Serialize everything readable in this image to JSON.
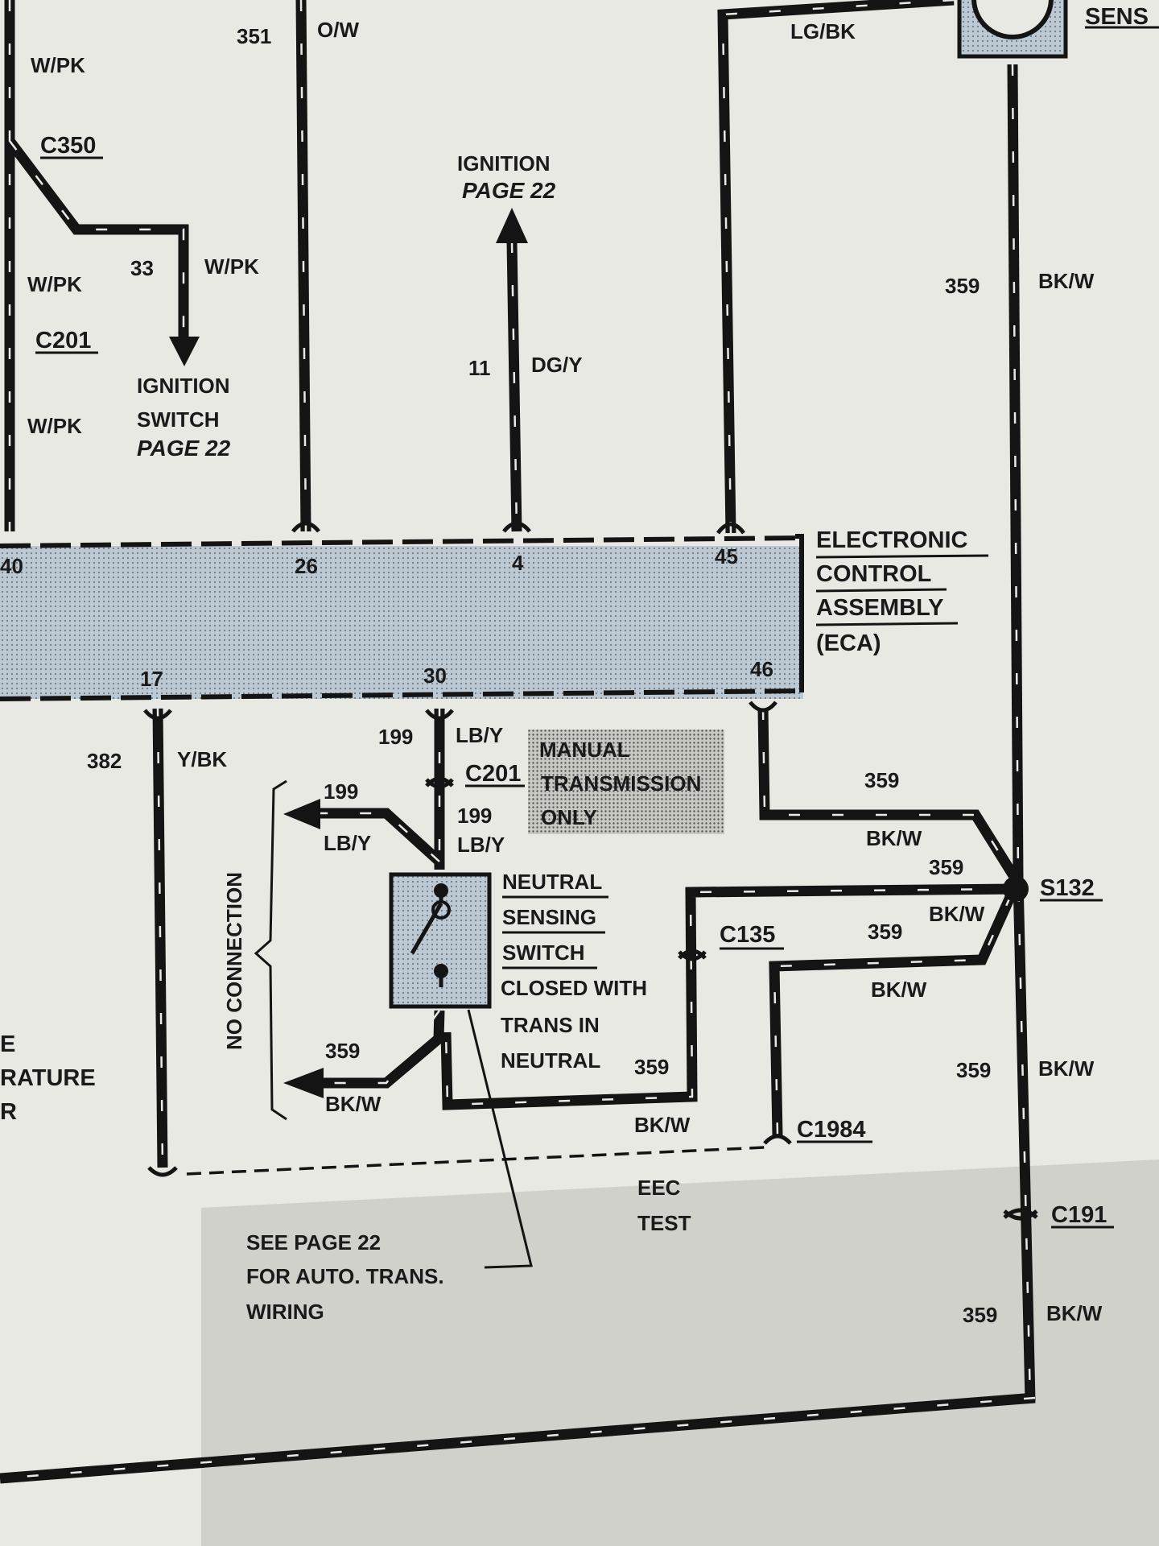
{
  "colors": {
    "paper": "#e9e9e4",
    "ink": "#141414",
    "module_fill": "#bcc9d3",
    "shadow": "#bcbcb6"
  },
  "top": {
    "circuit_351": "351",
    "color_351": "O/W",
    "color_lgbk": "LG/BK",
    "sensor_partial": "SENS"
  },
  "left": {
    "wpk_1": "W/PK",
    "wpk_2": "W/PK",
    "wpk_3": "W/PK",
    "c350": "C350",
    "c201": "C201",
    "circuit_33": "33",
    "color_33": "W/PK",
    "ign_line1": "IGNITION",
    "ign_line2": "SWITCH",
    "ign_page": "PAGE 22",
    "partial_e": "E",
    "partial_rature": "RATURE",
    "partial_r": "R"
  },
  "center": {
    "ign_title": "IGNITION",
    "ign_page": "PAGE 22",
    "circuit_11": "11",
    "color_11": "DG/Y"
  },
  "eca": {
    "pin_40": "40",
    "pin_26": "26",
    "pin_4": "4",
    "pin_45": "45",
    "pin_17": "17",
    "pin_30": "30",
    "pin_46": "46",
    "name_line1": "ELECTRONIC",
    "name_line2": "CONTROL",
    "name_line3": "ASSEMBLY",
    "abbrev": "(ECA)"
  },
  "lower": {
    "circuit_382": "382",
    "color_382": "Y/BK",
    "circuit_199_a": "199",
    "color_199_a": "LB/Y",
    "c201_b": "C201",
    "circuit_199_b": "199",
    "color_199_b": "LB/Y",
    "circuit_199_c": "199",
    "color_199_c": "LB/Y",
    "manual_line1": "MANUAL",
    "manual_line2": "TRANSMISSION",
    "manual_line3": "ONLY",
    "no_connection": "NO CONNECTION",
    "nss_line1": "NEUTRAL",
    "nss_line2": "SENSING",
    "nss_line3": "SWITCH",
    "nss_note1": "CLOSED WITH",
    "nss_note2": "TRANS IN",
    "nss_note3": "NEUTRAL",
    "circuit_359_a": "359",
    "color_359_a": "BK/W",
    "circuit_359_b": "359",
    "color_359_b": "BK/W",
    "c135": "C135",
    "c1984": "C1984",
    "eec_line1": "EEC",
    "eec_line2": "TEST",
    "see_line1": "SEE PAGE 22",
    "see_line2": "FOR AUTO. TRANS.",
    "see_line3": "WIRING"
  },
  "right": {
    "circuit_359_top": "359",
    "color_359_top": "BK/W",
    "circuit_359_46": "359",
    "color_359_46": "BK/W",
    "circuit_359_s1": "359",
    "color_359_s1": "BK/W",
    "s132": "S132",
    "circuit_359_s2": "359",
    "color_359_s2": "BK/W",
    "circuit_359_mid": "359",
    "color_359_mid": "BK/W",
    "c191": "C191",
    "circuit_359_bot": "359",
    "color_359_bot": "BK/W"
  }
}
